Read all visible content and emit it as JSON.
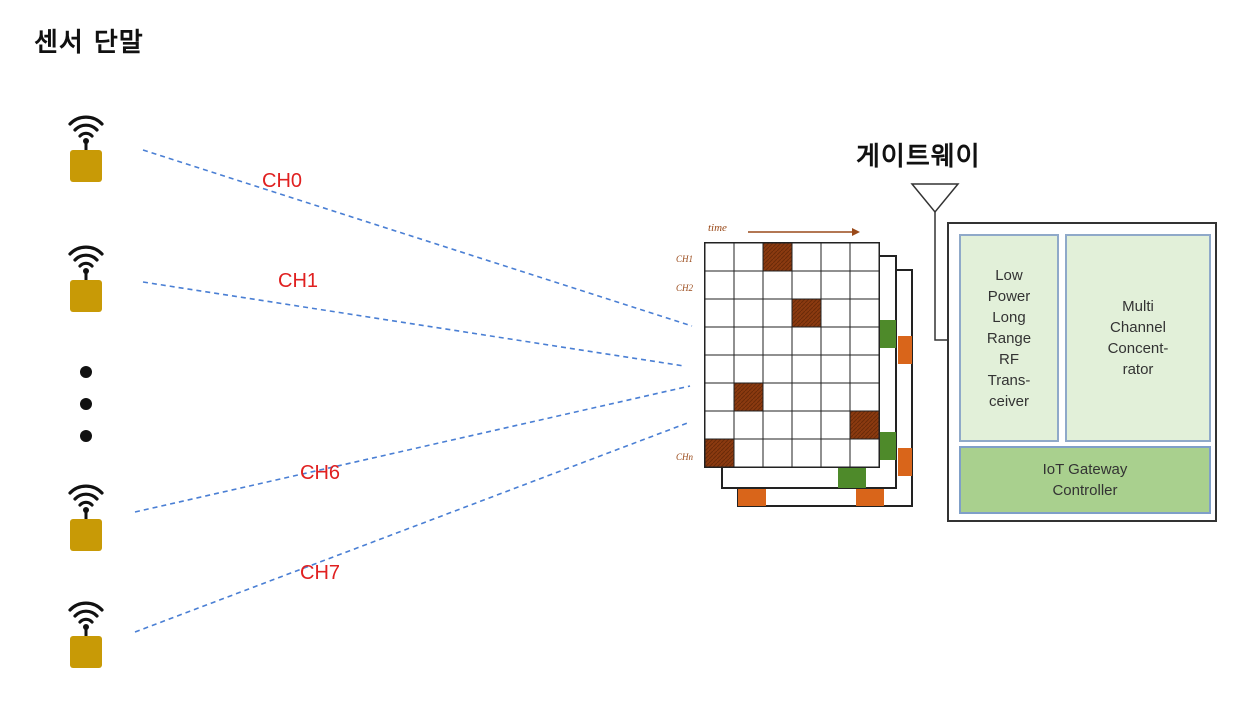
{
  "titles": {
    "sensor_terminal": "센서 단말",
    "gateway": "게이트웨이"
  },
  "channels": [
    {
      "label": "CH0"
    },
    {
      "label": "CH1"
    },
    {
      "label": "CH6"
    },
    {
      "label": "CH7"
    }
  ],
  "grid": {
    "time_label": "time",
    "row_labels": [
      "CH1",
      "CH2",
      "CHn"
    ],
    "front_filled": [
      [
        0,
        2
      ],
      [
        2,
        3
      ],
      [
        5,
        1
      ],
      [
        6,
        5
      ],
      [
        7,
        0
      ]
    ]
  },
  "gateway_box": {
    "rf_transceiver": "Low\nPower\nLong\nRange\nRF\nTrans-\nceiver",
    "multi_channel": "Multi\nChannel\nConcent-\nrator",
    "controller": "IoT Gateway\nController"
  },
  "colors": {
    "sensor_body": "#c89a06",
    "wifi": "#111111",
    "link_line": "#4a7fd4",
    "channel_label": "#e02020",
    "slot_brown": "#8b3a10",
    "slot_green": "#4e8a2a",
    "slot_orange": "#d9651a",
    "panel_fill": "#e2f0d9",
    "controller_fill": "#a9d08e"
  }
}
